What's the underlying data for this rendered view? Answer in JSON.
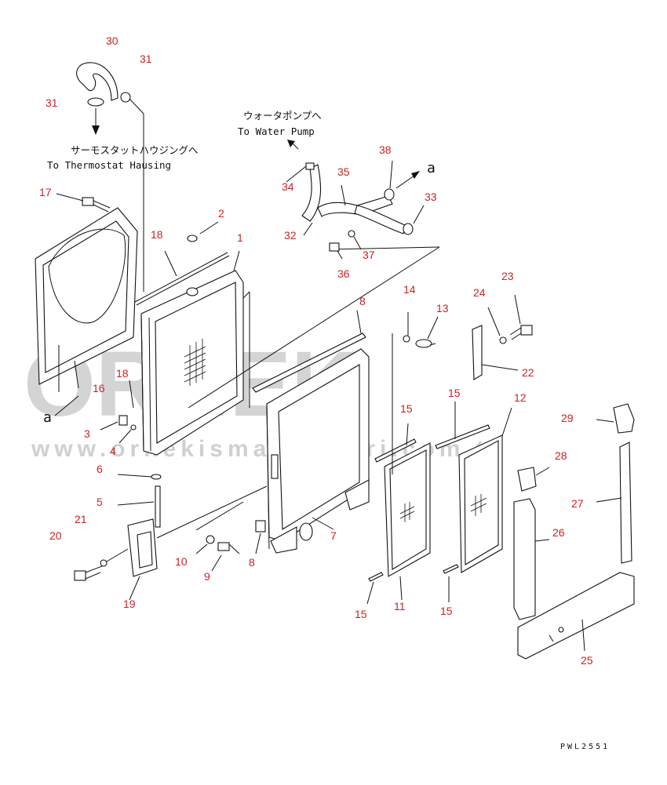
{
  "watermark": {
    "brand": "ORNEK",
    "url": "www.ornekismakinalari.com.tr",
    "accent_color": "#f2c94c",
    "text_color": "#d4d4d4"
  },
  "captions": {
    "thermostat_jp": "サーモスタットハウジングへ",
    "thermostat_en": "To Thermostat Hausing",
    "pump_jp": "ウォータポンプへ",
    "pump_en": "To Water Pump"
  },
  "reference_marks": {
    "a_top": "a",
    "a_left": "a"
  },
  "drawing_code": "PWL2551",
  "part_number_color": "#cc2222",
  "part_labels": {
    "p1": "1",
    "p2": "2",
    "p3": "3",
    "p4": "4",
    "p5": "5",
    "p6": "6",
    "p7": "7",
    "p8a": "8",
    "p8b": "8",
    "p9": "9",
    "p10": "10",
    "p11": "11",
    "p12": "12",
    "p13": "13",
    "p14": "14",
    "p15a": "15",
    "p15b": "15",
    "p15c": "15",
    "p15d": "15",
    "p16": "16",
    "p17": "17",
    "p18a": "18",
    "p18b": "18",
    "p19": "19",
    "p20": "20",
    "p21": "21",
    "p22": "22",
    "p23": "23",
    "p24": "24",
    "p25": "25",
    "p26": "26",
    "p27": "27",
    "p28": "28",
    "p29": "29",
    "p30": "30",
    "p31a": "31",
    "p31b": "31",
    "p32": "32",
    "p33": "33",
    "p34": "34",
    "p35": "35",
    "p36": "36",
    "p37": "37",
    "p38": "38"
  }
}
